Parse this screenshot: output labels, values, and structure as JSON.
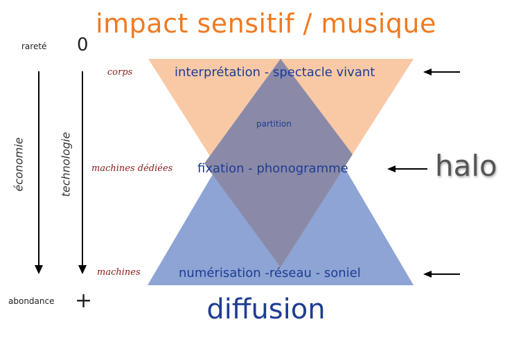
{
  "title": "impact sensitif / musique",
  "footer": "diffusion",
  "scale": {
    "top_label": "rareté",
    "top_symbol": "0",
    "bottom_label": "abondance",
    "bottom_symbol": "+"
  },
  "axes": {
    "economy": "économie",
    "technology": "technologie"
  },
  "left_labels": {
    "body": "corps",
    "dedicated_machines": "machines dédiées",
    "machines": "machines"
  },
  "levels": {
    "top": "interprétation - spectacle vivant",
    "middle": "fixation - phonogramme",
    "middle_small": "partition",
    "bottom": "numérisation -réseau - soniel"
  },
  "halo": "halo",
  "colors": {
    "title": "#f07a21",
    "text_blue": "#1e3c93",
    "left_labels": "#8b1a1a",
    "orange_triangle": "#f9c9a6",
    "blue_triangle": "#8da4d4",
    "overlap": "#8a8aa8"
  }
}
